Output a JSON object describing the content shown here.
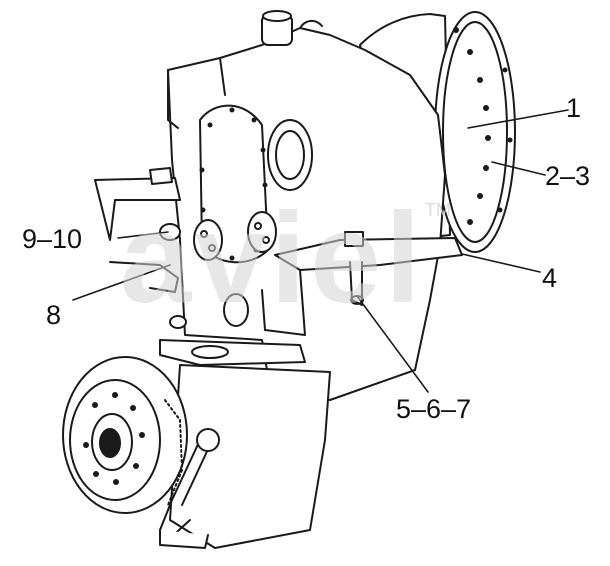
{
  "watermark": {
    "text": "aviel",
    "tm": "TM",
    "color": "#d4d4d4"
  },
  "callouts": [
    {
      "id": "1",
      "label": "1"
    },
    {
      "id": "2-3",
      "label": "2–3"
    },
    {
      "id": "4",
      "label": "4"
    },
    {
      "id": "5-6-7",
      "label": "5–6–7"
    },
    {
      "id": "8",
      "label": "8"
    },
    {
      "id": "9-10",
      "label": "9–10"
    }
  ],
  "colors": {
    "line": "#1a1a1a",
    "paper": "#ffffff"
  }
}
